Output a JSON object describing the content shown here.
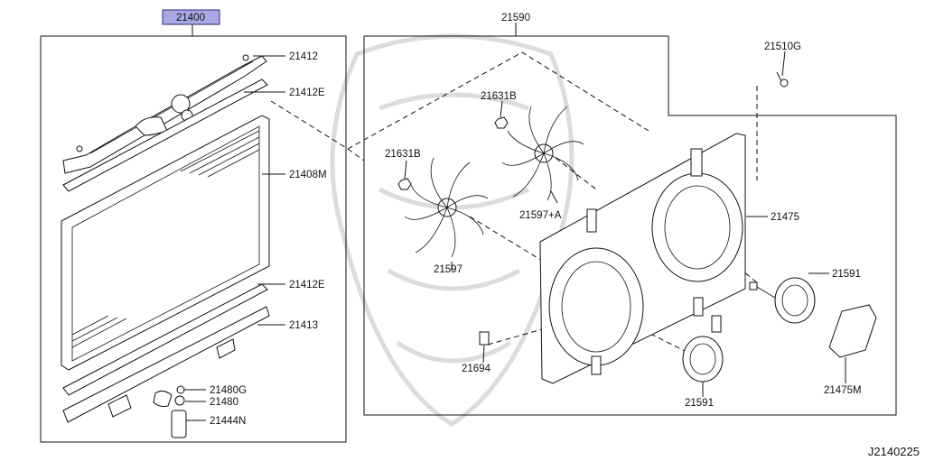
{
  "diagram_code": "J2140225",
  "labels": {
    "assembly_21400": "21400",
    "p21412": "21412",
    "p21412E_top": "21412E",
    "p21408M": "21408M",
    "p21412E_bottom": "21412E",
    "p21413": "21413",
    "p21480G": "21480G",
    "p21480": "21480",
    "p21444N": "21444N",
    "p21590": "21590",
    "p21510G": "21510G",
    "p21631B_upper": "21631B",
    "p21631B_left": "21631B",
    "p21597A": "21597+A",
    "p21475": "21475",
    "p21597": "21597",
    "p21591_right": "21591",
    "p21694": "21694",
    "p21591_bottom": "21591",
    "p21475M": "21475M"
  },
  "colors": {
    "highlight": "#a9a9e6",
    "line": "#111111",
    "watermark": "#dcdcdc"
  }
}
